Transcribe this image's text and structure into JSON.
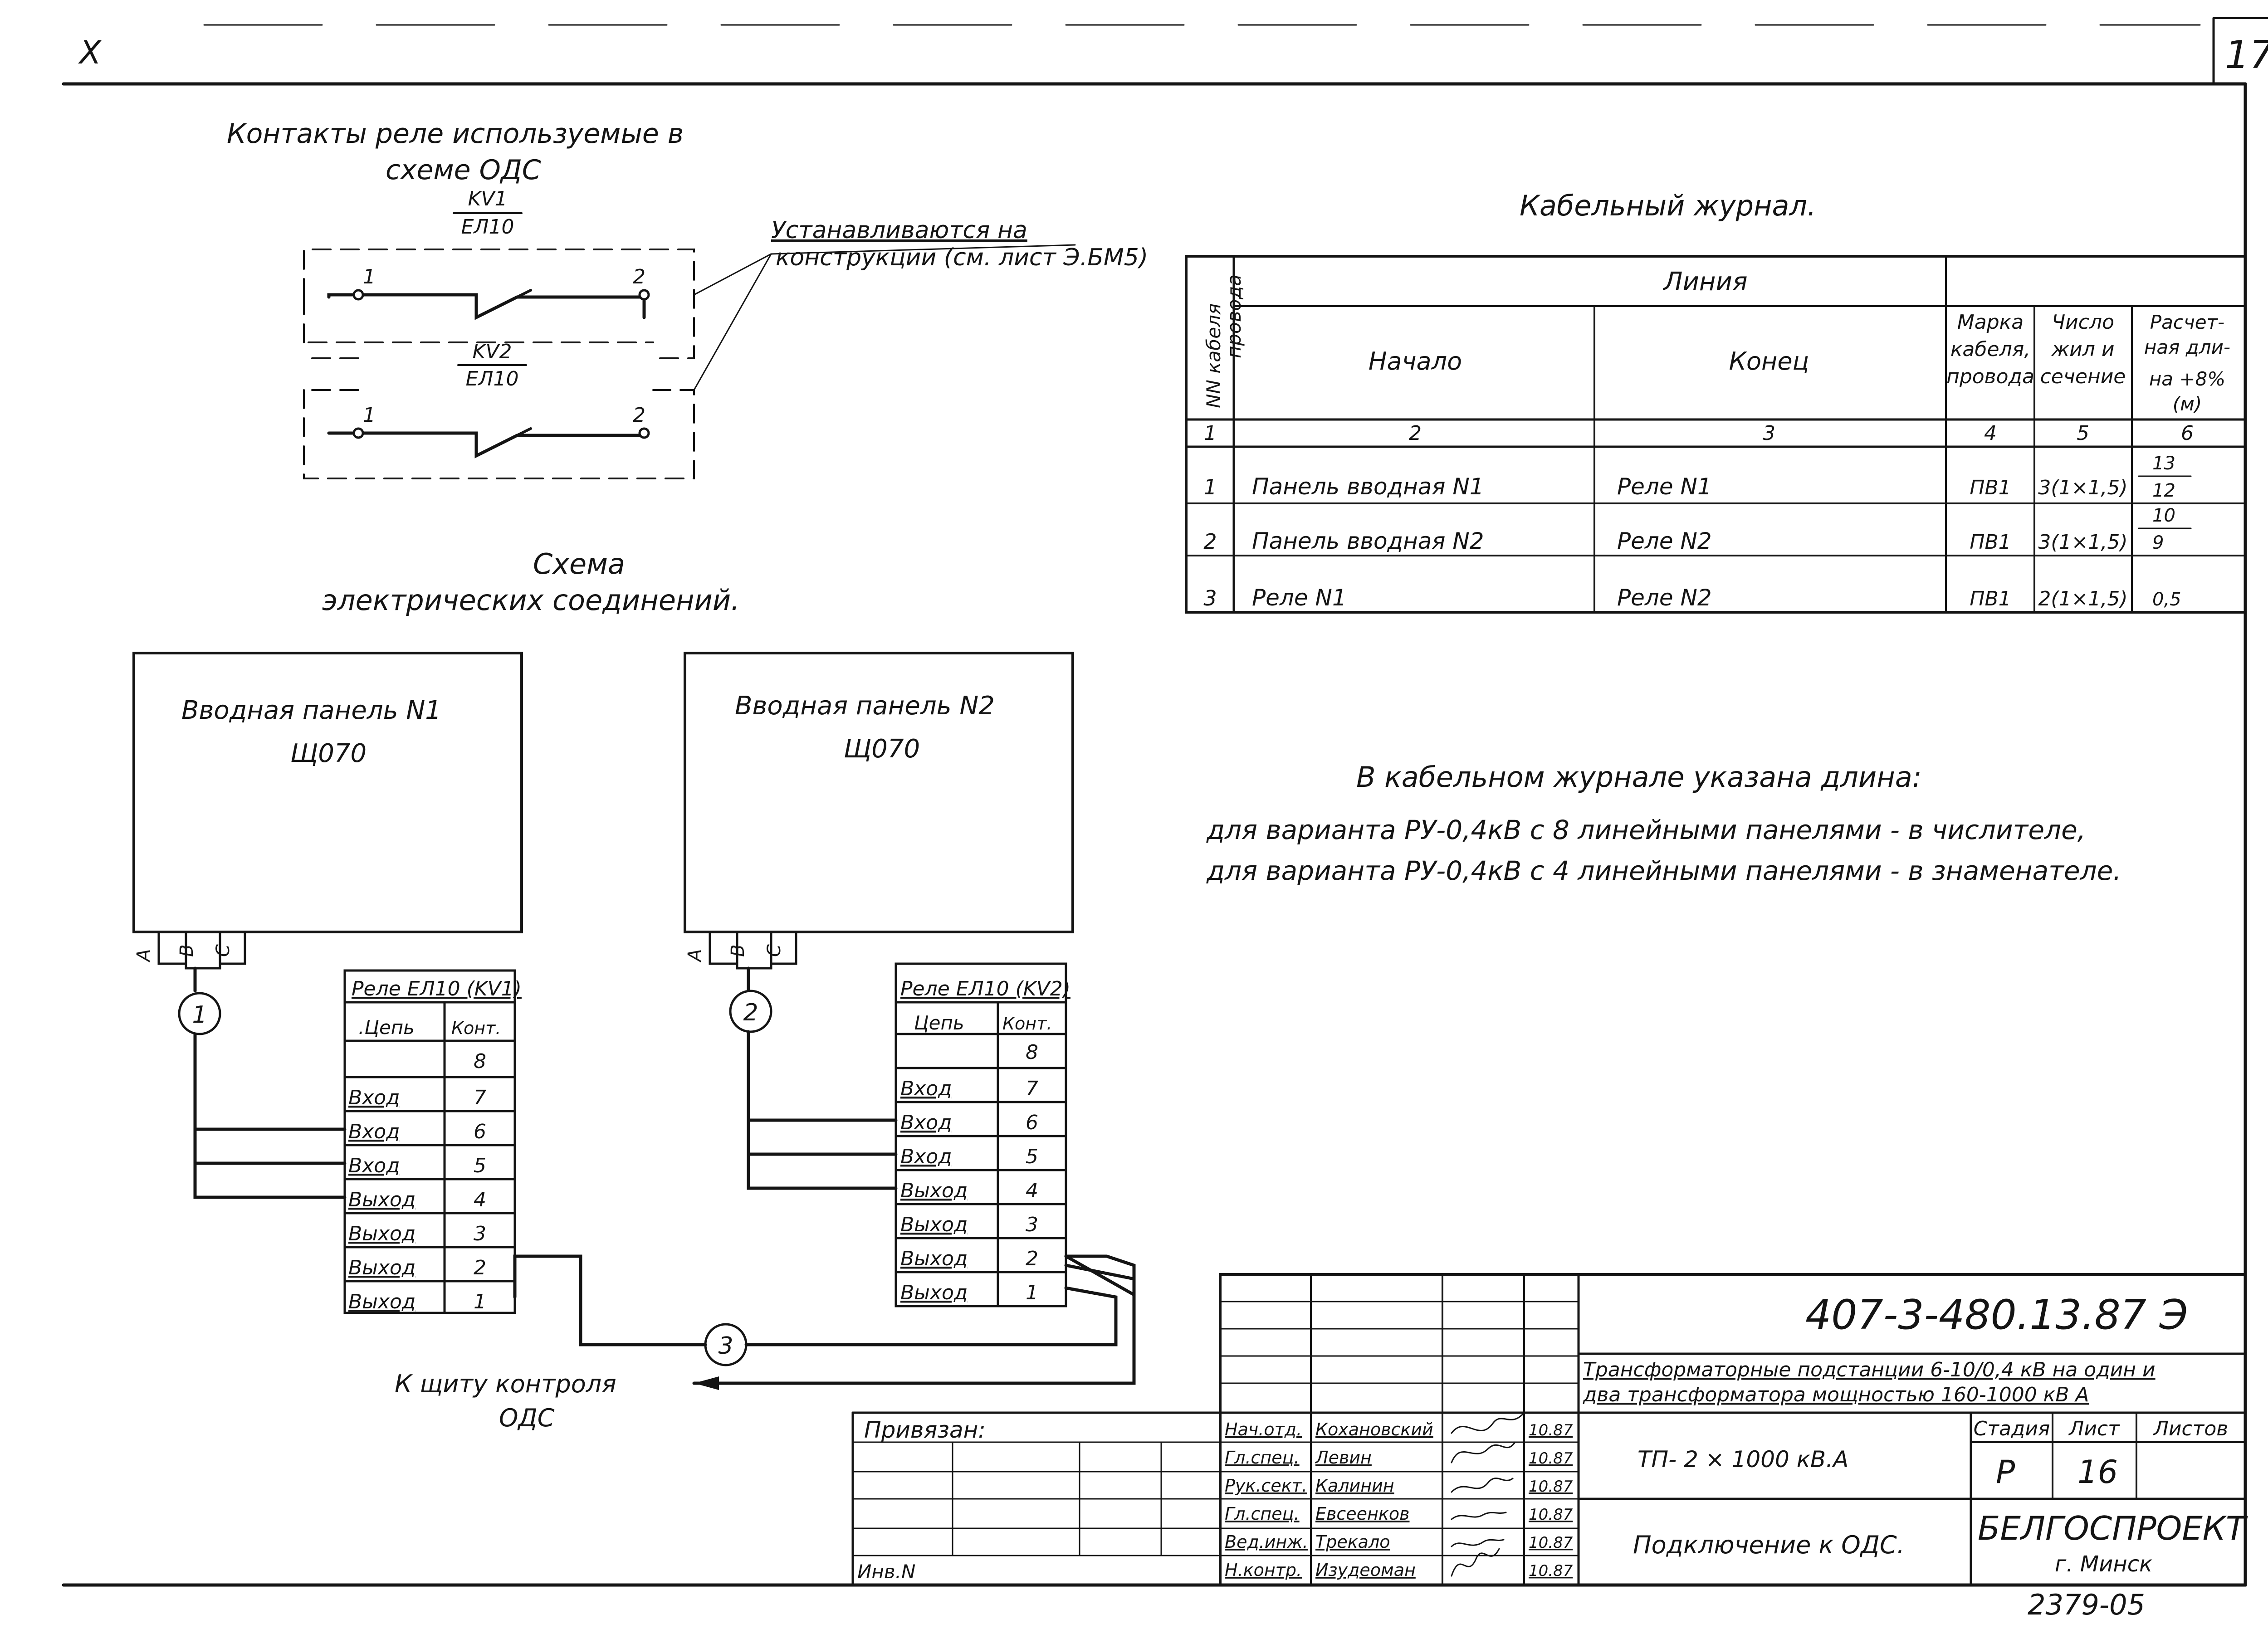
{
  "corner": {
    "top_left": "Х",
    "sheet_no": "17"
  },
  "contacts": {
    "title1": "Контакты реле используемые в",
    "title2": "схеме ОДС",
    "relay1_num": "KV1",
    "relay1_den": "ЕЛ10",
    "relay2_num": "KV2",
    "relay2_den": "ЕЛ10",
    "t1": "1",
    "t2": "2",
    "note1": "Устанавливаются на",
    "note2": "конструкции (см. лист Э.БМ5)"
  },
  "schema": {
    "title1": "Схема",
    "title2": "электрических   соединений.",
    "panel1_title": "Вводная панель N1",
    "panel1_code": "Щ070",
    "panel2_title": "Вводная панель N2",
    "panel2_code": "Щ070",
    "phases": [
      "A",
      "B",
      "C"
    ],
    "cable1": "1",
    "cable2": "2",
    "cable3": "3",
    "to_shield1": "К щиту контроля",
    "to_shield2": "ОДС"
  },
  "relay1_table": {
    "title": "Реле ЕЛ10 (KV1)",
    "col_circuit": ".Цепь",
    "col_contact": "Конт.",
    "rows": [
      {
        "circuit": "",
        "contact": "8"
      },
      {
        "circuit": "Вход",
        "contact": "7"
      },
      {
        "circuit": "Вход",
        "contact": "6"
      },
      {
        "circuit": "Вход",
        "contact": "5"
      },
      {
        "circuit": "Выход",
        "contact": "4"
      },
      {
        "circuit": "Выход",
        "contact": "3"
      },
      {
        "circuit": "Выход",
        "contact": "2"
      },
      {
        "circuit": "Выход",
        "contact": "1"
      }
    ]
  },
  "relay2_table": {
    "title": "Реле ЕЛ10 (KV2)",
    "col_circuit": "Цепь",
    "col_contact": "Конт.",
    "rows": [
      {
        "circuit": "",
        "contact": "8"
      },
      {
        "circuit": "Вход",
        "contact": "7"
      },
      {
        "circuit": "Вход",
        "contact": "6"
      },
      {
        "circuit": "Вход",
        "contact": "5"
      },
      {
        "circuit": "Выход",
        "contact": "4"
      },
      {
        "circuit": "Выход",
        "contact": "3"
      },
      {
        "circuit": "Выход",
        "contact": "2"
      },
      {
        "circuit": "Выход",
        "contact": "1"
      }
    ]
  },
  "cable_journal": {
    "title": "Кабельный журнал.",
    "h_num1": "NN кабеля",
    "h_num2": "провода",
    "h_line": "Линия",
    "h_start": "Начало",
    "h_end": "Конец",
    "h_brand": [
      "Марка",
      "кабеля,",
      "провода"
    ],
    "h_cores": [
      "Число",
      "жил и",
      "сечение"
    ],
    "h_len": [
      "Расчет-",
      "ная дли-",
      "на +8%",
      "(м)"
    ],
    "col_nums": [
      "1",
      "2",
      "3",
      "4",
      "5",
      "6"
    ],
    "rows": [
      {
        "n": "1",
        "start": "Панель вводная N1",
        "end": "Реле N1",
        "brand": "ПВ1",
        "cores": "3(1×1,5)",
        "len_top": "13",
        "len_bot": "12"
      },
      {
        "n": "2",
        "start": "Панель вводная  N2",
        "end": "Реле N2",
        "brand": "ПВ1",
        "cores": "3(1×1,5)",
        "len_top": "10",
        "len_bot": "9"
      },
      {
        "n": "3",
        "start": "Реле N1",
        "end": "Реле N2",
        "brand": "ПВ1",
        "cores": "2(1×1,5)",
        "len_top": "",
        "len_bot": "0,5"
      }
    ]
  },
  "note": {
    "line1": "В кабельном журнале указана длина:",
    "line2": "для варианта  РУ-0,4кВ  с 8 линейными панелями - в числителе,",
    "line3": "для варианта  РУ-0,4кВ  с 4 линейными  панелями - в знаменателе."
  },
  "stamp": {
    "doc_code": "407-3-480.13.87  Э",
    "project1": "Трансформаторные подстанции 6-10/0,4 кВ на один и",
    "project2": "два трансформатора мощностью 160-1000 кВ А",
    "privyazan": "Привязан:",
    "inv": "Инв.N",
    "people": [
      {
        "role": "Нач.отд.",
        "name": "Кохановский",
        "date": "10.87"
      },
      {
        "role": "Гл.спец.",
        "name": "Левин",
        "date": "10.87"
      },
      {
        "role": "Рук.сект.",
        "name": "Калинин",
        "date": "10.87"
      },
      {
        "role": "Гл.спец.",
        "name": "Евсеенков",
        "date": "10.87"
      },
      {
        "role": "Вед.инж.",
        "name": "Трекало",
        "date": "10.87"
      },
      {
        "role": "Н.контр.",
        "name": "Изудеоман",
        "date": "10.87"
      }
    ],
    "object": "ТП- 2 × 1000 кВ.А",
    "sheet_title": "Подключение к ОДС.",
    "h_stage": "Стадия",
    "h_sheet": "Лист",
    "h_sheets": "Листов",
    "stage": "Р",
    "sheet": "16",
    "sheets": "",
    "org": "БЕЛГОСПРОЕКТ",
    "city": "г. Минск",
    "bottom_no": "2379-05"
  }
}
